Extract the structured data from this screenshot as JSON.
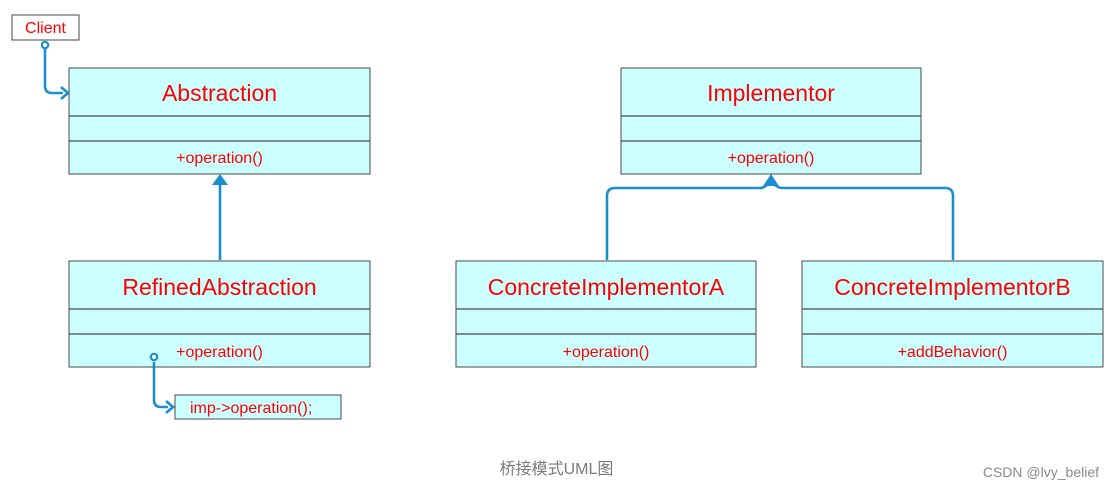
{
  "client": {
    "label": "Client"
  },
  "classes": {
    "abstraction": {
      "name": "Abstraction",
      "operation": "+operation()"
    },
    "refined_abstraction": {
      "name": "RefinedAbstraction",
      "operation": "+operation()"
    },
    "implementor": {
      "name": "Implementor",
      "operation": "+operation()"
    },
    "concrete_implementor_a": {
      "name": "ConcreteImplementorA",
      "operation": "+operation()"
    },
    "concrete_implementor_b": {
      "name": "ConcreteImplementorB",
      "operation": "+addBehavior()"
    }
  },
  "note": {
    "text": "imp->operation();"
  },
  "caption": "桥接模式UML图",
  "watermark": "CSDN @lvy_belief",
  "colors": {
    "class_fill": "#ccffff",
    "text": "#ff0000",
    "connector": "#1a8fcc",
    "border": "#4a4a4a"
  }
}
